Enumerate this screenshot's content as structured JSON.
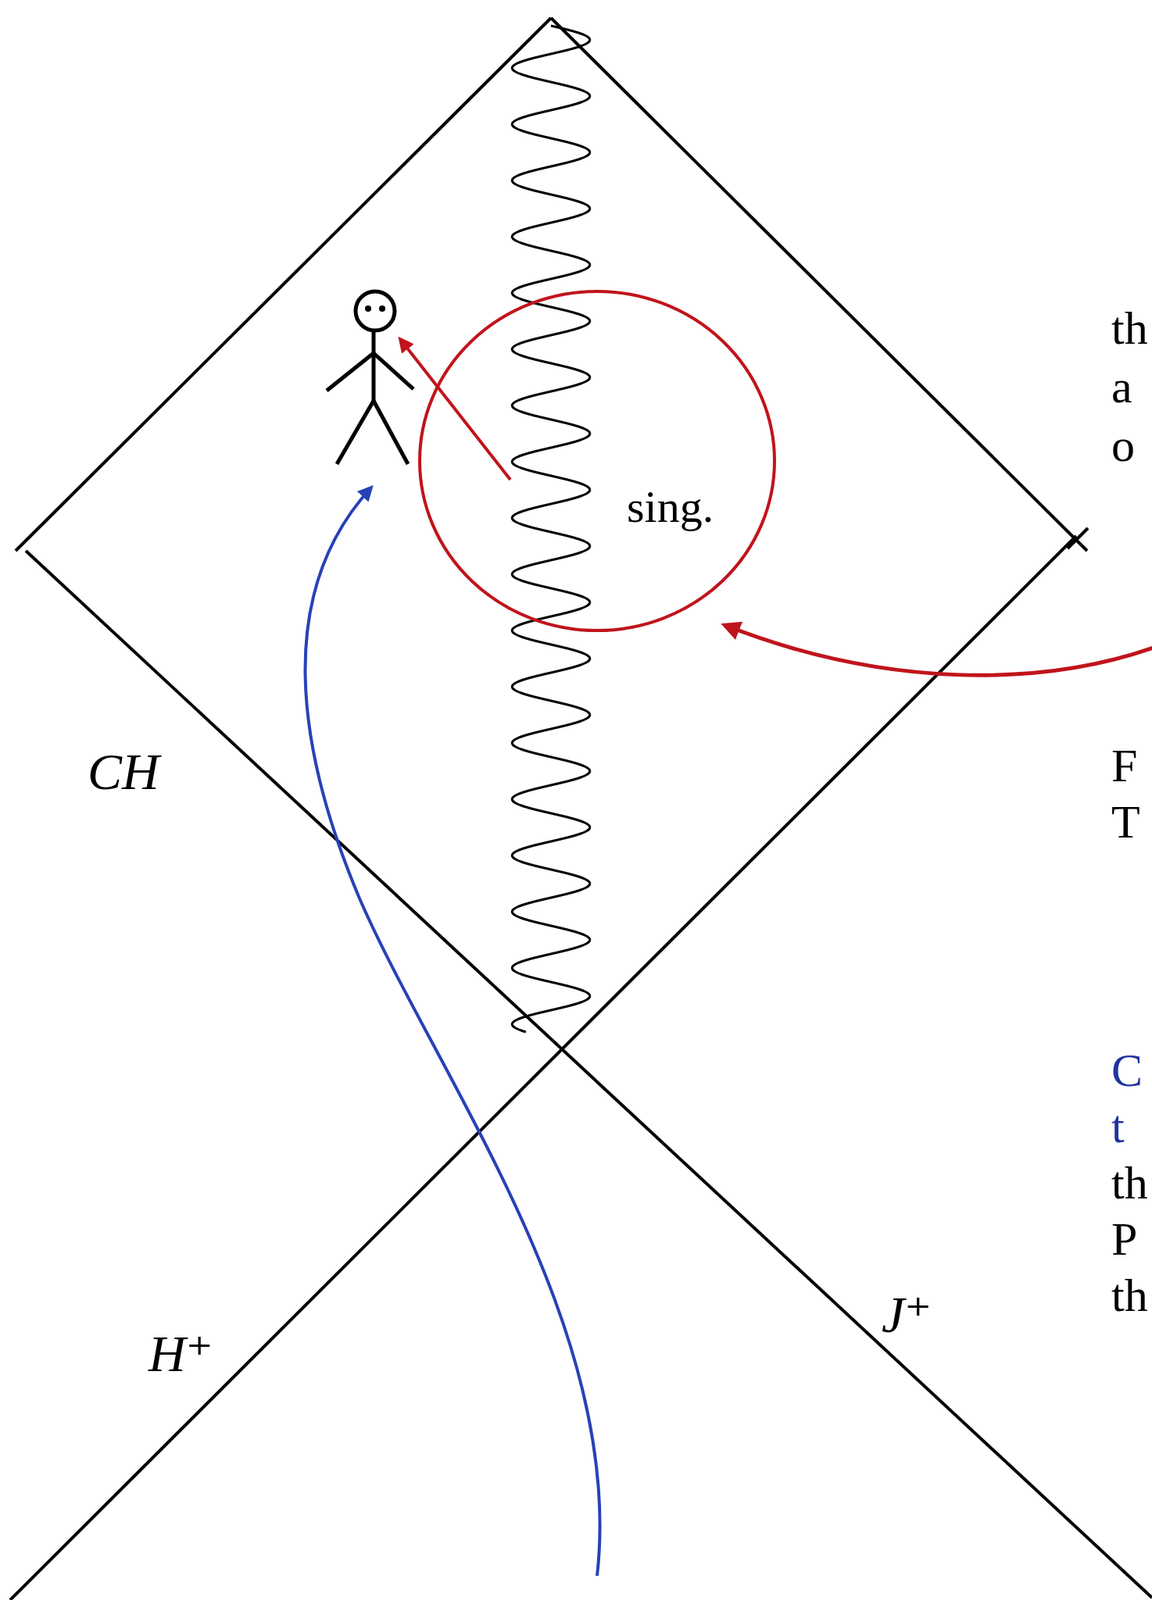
{
  "diagram": {
    "nodes": [
      {
        "text": [
          "sing."
        ]
      }
    ],
    "labels": [
      "CH",
      "H⁺",
      "J⁺",
      "th",
      "a",
      "o",
      "F",
      "T",
      "C",
      "t",
      "th",
      "P",
      "th"
    ]
  }
}
